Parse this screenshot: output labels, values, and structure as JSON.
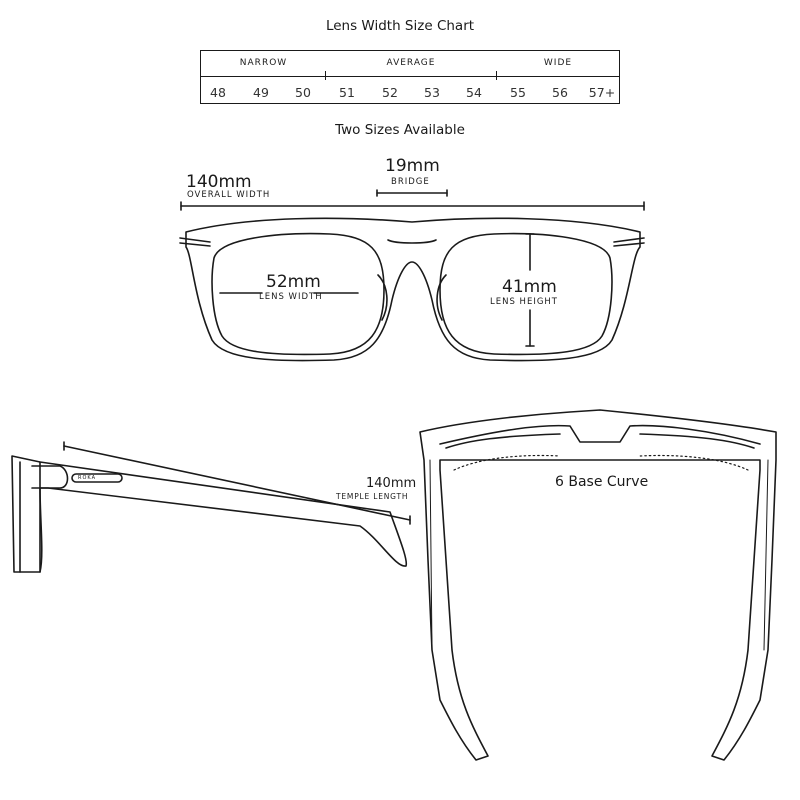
{
  "chart_title": "Lens Width Size Chart",
  "categories": [
    "NARROW",
    "AVERAGE",
    "WIDE"
  ],
  "sizes": [
    "48",
    "49",
    "50",
    "51",
    "52",
    "53",
    "54",
    "55",
    "56",
    "57+"
  ],
  "sizes_note": "Two Sizes Available",
  "dimensions": {
    "overall_width": {
      "value": "140mm",
      "label": "OVERALL WIDTH"
    },
    "bridge": {
      "value": "19mm",
      "label": "BRIDGE"
    },
    "lens_width": {
      "value": "52mm",
      "label": "LENS WIDTH"
    },
    "lens_height": {
      "value": "41mm",
      "label": "LENS HEIGHT"
    },
    "temple_length": {
      "value": "140mm",
      "label": "TEMPLE LENGTH"
    }
  },
  "base_curve": "6 Base Curve",
  "temple_logo": "ROKA"
}
